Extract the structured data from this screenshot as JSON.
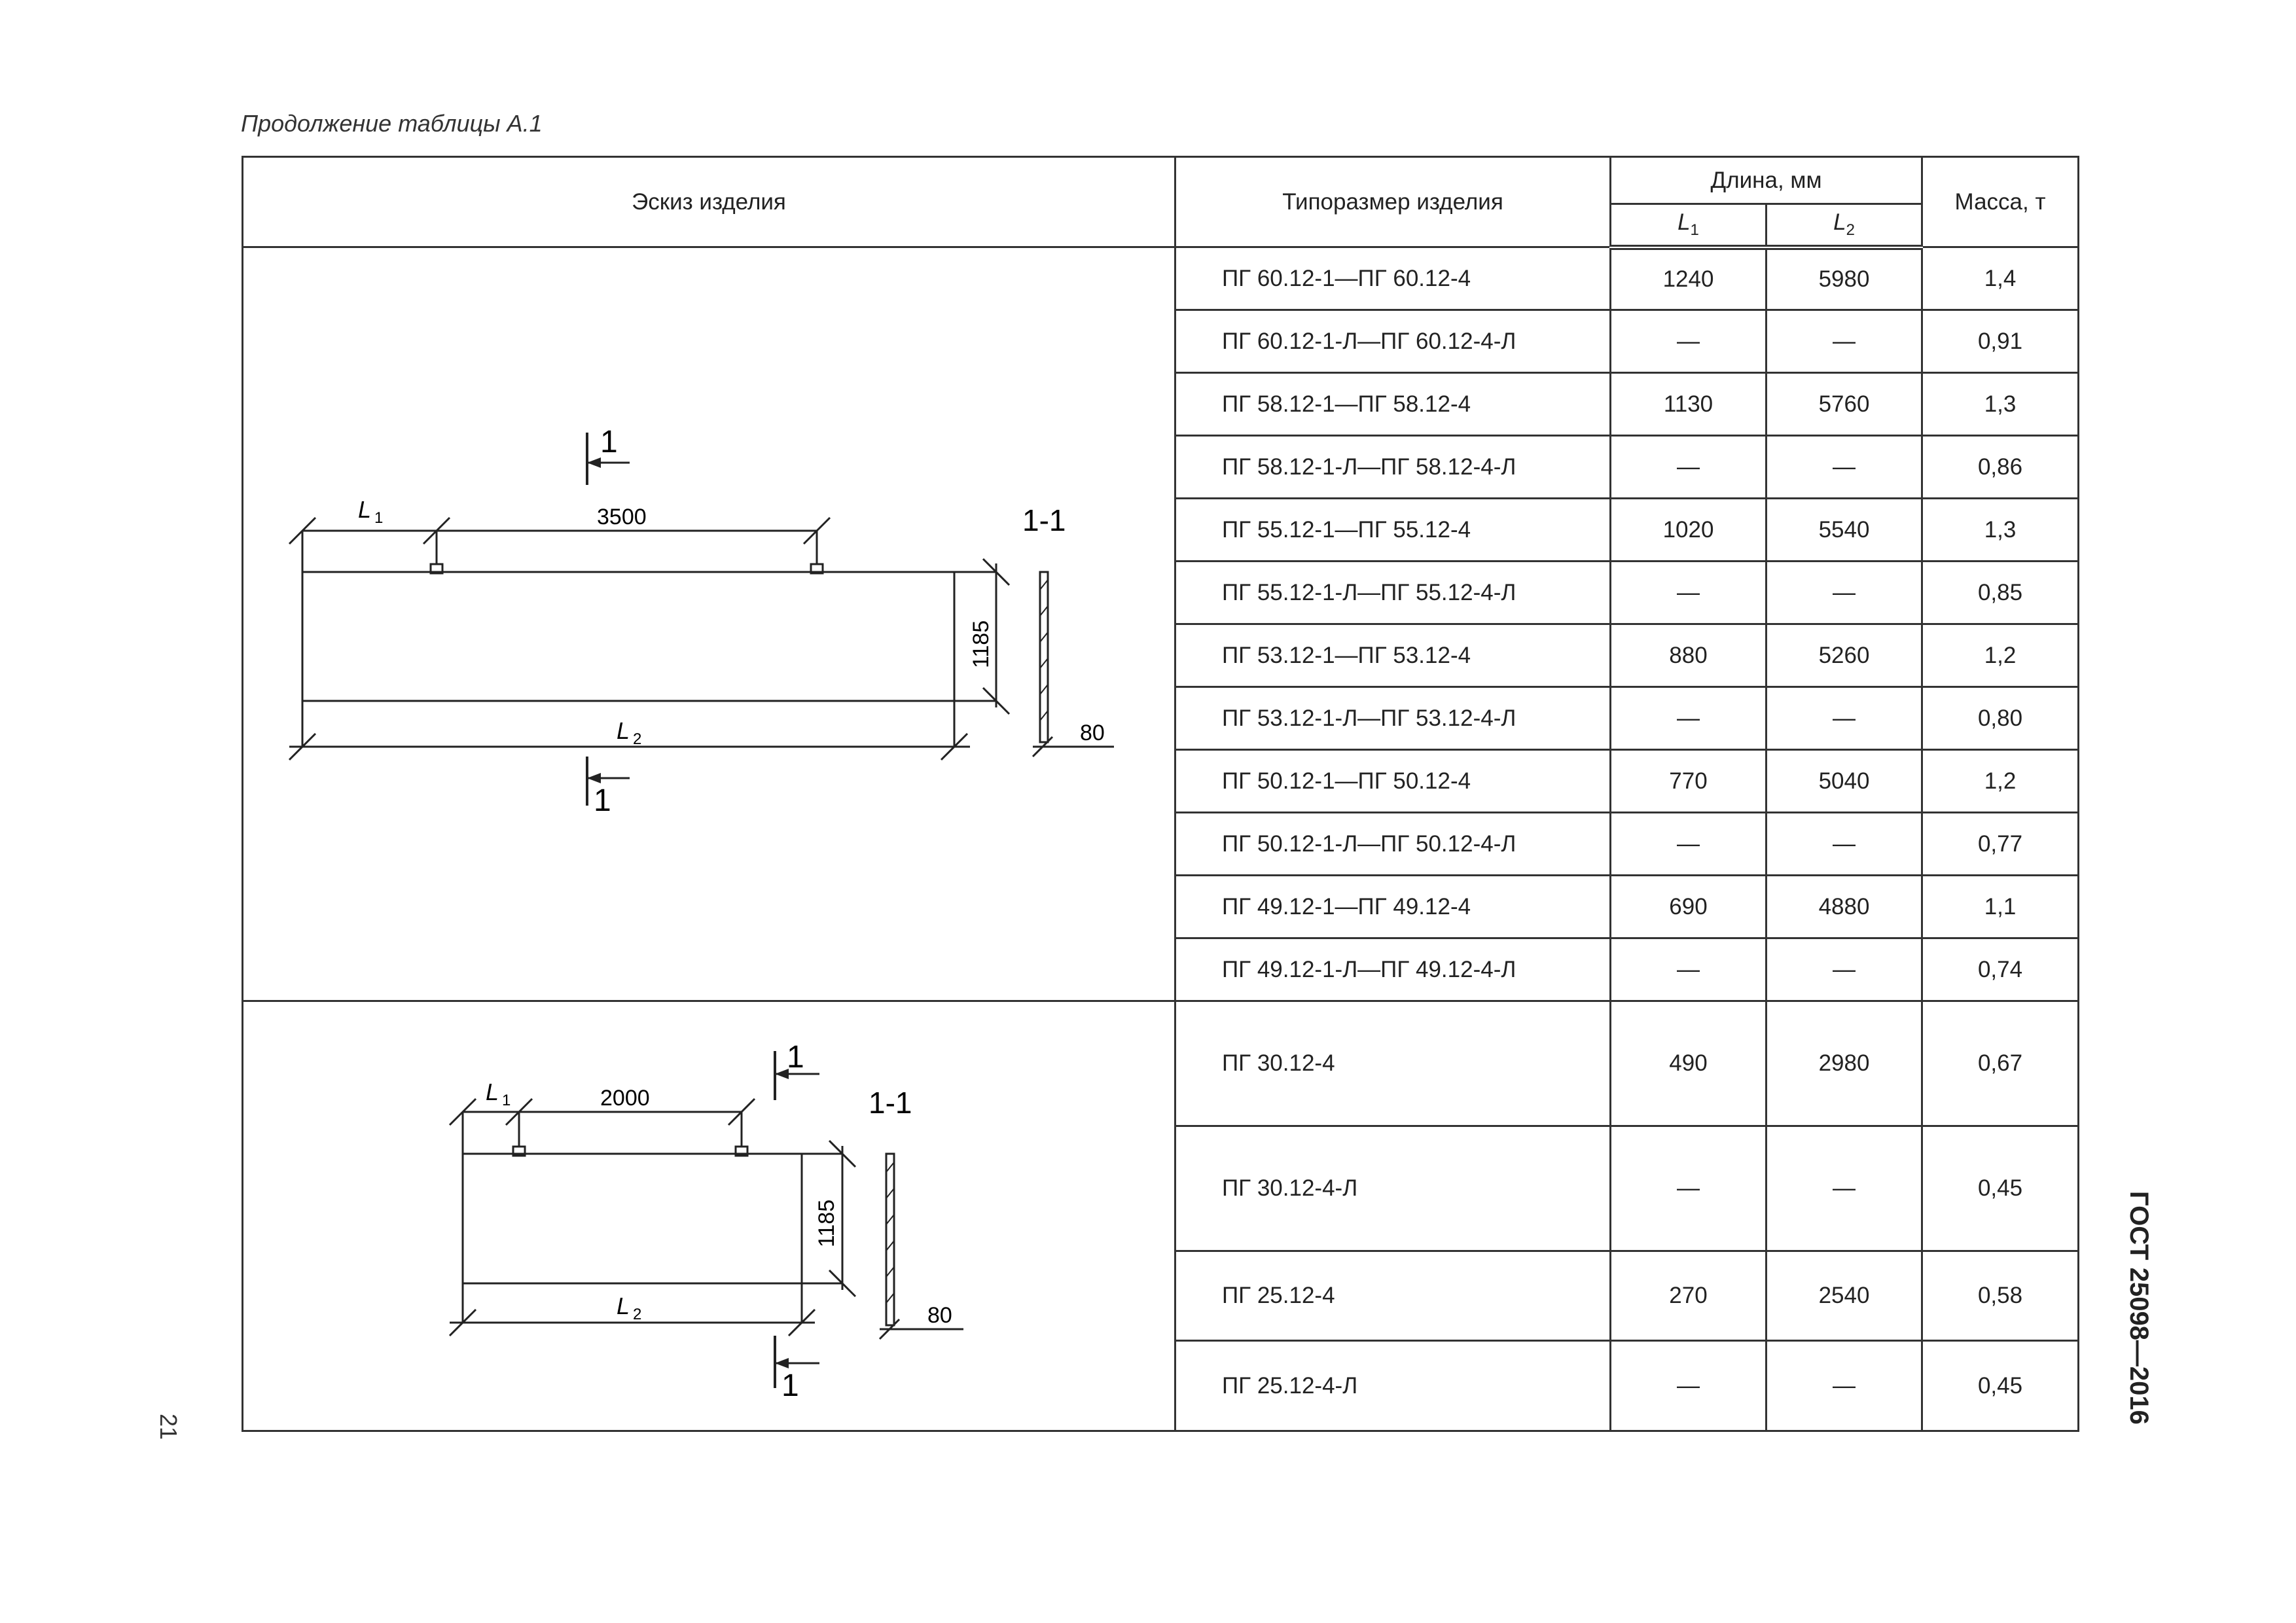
{
  "caption": "Продолжение таблицы А.1",
  "page_number": "21",
  "doc_code": "ГОСТ 25098—2016",
  "header": {
    "sketch": "Эскиз изделия",
    "size": "Типоразмер изделия",
    "length": "Длина, мм",
    "l1": "L",
    "l1_sub": "1",
    "l2": "L",
    "l2_sub": "2",
    "mass": "Масса, т"
  },
  "sketch1": {
    "section_mark": "1",
    "section_label": "1-1",
    "l1": "L",
    "l1_sub": "1",
    "l2": "L",
    "l2_sub": "2",
    "span": "3500",
    "height": "1185",
    "thickness": "80"
  },
  "sketch2": {
    "section_mark": "1",
    "section_label": "1-1",
    "l1": "L",
    "l1_sub": "1",
    "l2": "L",
    "l2_sub": "2",
    "span": "2000",
    "height": "1185",
    "thickness": "80"
  },
  "rows": [
    {
      "code": "ПГ 60.12-1—ПГ 60.12-4",
      "l1": "1240",
      "l2": "5980",
      "mass": "1,4"
    },
    {
      "code": "ПГ 60.12-1-Л—ПГ 60.12-4-Л",
      "l1": "—",
      "l2": "—",
      "mass": "0,91"
    },
    {
      "code": "ПГ 58.12-1—ПГ 58.12-4",
      "l1": "1130",
      "l2": "5760",
      "mass": "1,3"
    },
    {
      "code": "ПГ 58.12-1-Л—ПГ 58.12-4-Л",
      "l1": "—",
      "l2": "—",
      "mass": "0,86"
    },
    {
      "code": "ПГ 55.12-1—ПГ 55.12-4",
      "l1": "1020",
      "l2": "5540",
      "mass": "1,3"
    },
    {
      "code": "ПГ 55.12-1-Л—ПГ 55.12-4-Л",
      "l1": "—",
      "l2": "—",
      "mass": "0,85"
    },
    {
      "code": "ПГ 53.12-1—ПГ 53.12-4",
      "l1": "880",
      "l2": "5260",
      "mass": "1,2"
    },
    {
      "code": "ПГ 53.12-1-Л—ПГ 53.12-4-Л",
      "l1": "—",
      "l2": "—",
      "mass": "0,80"
    },
    {
      "code": "ПГ 50.12-1—ПГ 50.12-4",
      "l1": "770",
      "l2": "5040",
      "mass": "1,2"
    },
    {
      "code": "ПГ 50.12-1-Л—ПГ 50.12-4-Л",
      "l1": "—",
      "l2": "—",
      "mass": "0,77"
    },
    {
      "code": "ПГ 49.12-1—ПГ 49.12-4",
      "l1": "690",
      "l2": "4880",
      "mass": "1,1"
    },
    {
      "code": "ПГ 49.12-1-Л—ПГ 49.12-4-Л",
      "l1": "—",
      "l2": "—",
      "mass": "0,74"
    },
    {
      "code": "ПГ 30.12-4",
      "l1": "490",
      "l2": "2980",
      "mass": "0,67"
    },
    {
      "code": "ПГ 30.12-4-Л",
      "l1": "—",
      "l2": "—",
      "mass": "0,45"
    },
    {
      "code": "ПГ 25.12-4",
      "l1": "270",
      "l2": "2540",
      "mass": "0,58"
    },
    {
      "code": "ПГ 25.12-4-Л",
      "l1": "—",
      "l2": "—",
      "mass": "0,45"
    }
  ]
}
